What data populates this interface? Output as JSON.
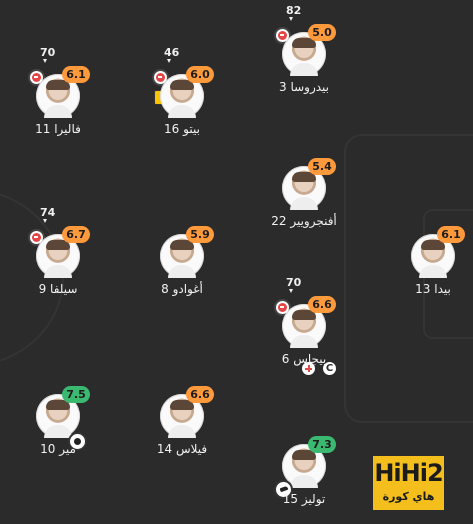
{
  "players": [
    {
      "id": "p82",
      "name": "بيدروسا 3",
      "rating": "5.0",
      "rating_color": "orange",
      "minute": "82",
      "sub": true,
      "card": false,
      "badge": null
    },
    {
      "id": "p70a",
      "name": "فاليرا 11",
      "rating": "6.1",
      "rating_color": "orange",
      "minute": "70",
      "sub": true,
      "card": false,
      "badge": null
    },
    {
      "id": "p46",
      "name": "بيتو 16",
      "rating": "6.0",
      "rating_color": "orange",
      "minute": "46",
      "sub": true,
      "card": true,
      "badge": null
    },
    {
      "id": "p54",
      "name": "أفنجرويير 22",
      "rating": "5.4",
      "rating_color": "orange",
      "minute": "",
      "sub": false,
      "card": false,
      "badge": null
    },
    {
      "id": "p74",
      "name": "سيلفا 9",
      "rating": "6.7",
      "rating_color": "orange",
      "minute": "74",
      "sub": true,
      "card": false,
      "badge": null
    },
    {
      "id": "p59",
      "name": "أغوادو 8",
      "rating": "5.9",
      "rating_color": "orange",
      "minute": "",
      "sub": false,
      "card": false,
      "badge": null
    },
    {
      "id": "p61",
      "name": "بيدا 13",
      "rating": "6.1",
      "rating_color": "orange",
      "minute": "",
      "sub": false,
      "card": false,
      "badge": null
    },
    {
      "id": "p66",
      "name": "بيجاس 6",
      "rating": "6.6",
      "rating_color": "orange",
      "minute": "70",
      "sub": true,
      "card": false,
      "badge": null,
      "bottom_icons": [
        "plus-icon",
        "c-icon"
      ]
    },
    {
      "id": "p75",
      "name": "مير 10",
      "rating": "7.5",
      "rating_color": "green",
      "minute": "",
      "sub": false,
      "card": false,
      "badge": "ball"
    },
    {
      "id": "p66b",
      "name": "فيلاس 14",
      "rating": "6.6",
      "rating_color": "orange",
      "minute": "",
      "sub": false,
      "card": false,
      "badge": null
    },
    {
      "id": "p73",
      "name": "توليز 15",
      "rating": "7.3",
      "rating_color": "green",
      "minute": "",
      "sub": false,
      "card": false,
      "badge": "boot"
    }
  ],
  "watermark": {
    "top": "HiHi2",
    "bottom": "هاي كورة"
  },
  "c_text": "C"
}
